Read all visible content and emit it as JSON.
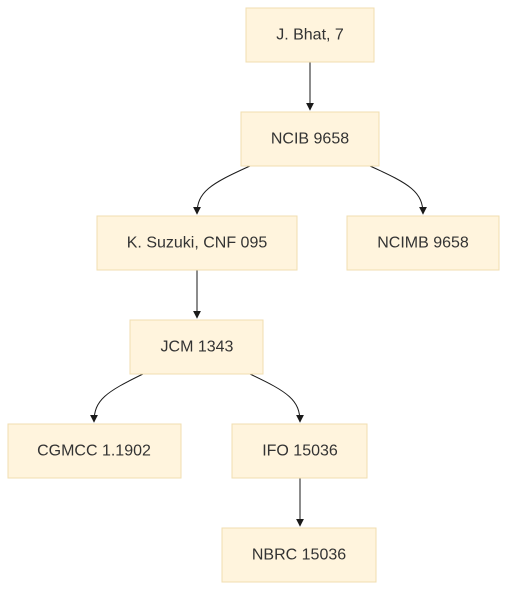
{
  "diagram": {
    "type": "tree",
    "node_fill": "#fff4dd",
    "node_border": "#f0deb0",
    "edge_color": "#1a1a1a",
    "text_color": "#333333",
    "nodes": [
      {
        "id": "n0",
        "label": "J. Bhat, 7"
      },
      {
        "id": "n1",
        "label": "NCIB 9658"
      },
      {
        "id": "n2",
        "label": "K. Suzuki, CNF 095"
      },
      {
        "id": "n3",
        "label": "NCIMB 9658"
      },
      {
        "id": "n4",
        "label": "JCM 1343"
      },
      {
        "id": "n5",
        "label": "CGMCC 1.1902"
      },
      {
        "id": "n6",
        "label": "IFO 15036"
      },
      {
        "id": "n7",
        "label": "NBRC 15036"
      }
    ],
    "edges": [
      {
        "from": "n0",
        "to": "n1"
      },
      {
        "from": "n1",
        "to": "n2"
      },
      {
        "from": "n1",
        "to": "n3"
      },
      {
        "from": "n2",
        "to": "n4"
      },
      {
        "from": "n4",
        "to": "n5"
      },
      {
        "from": "n4",
        "to": "n6"
      },
      {
        "from": "n6",
        "to": "n7"
      }
    ]
  }
}
